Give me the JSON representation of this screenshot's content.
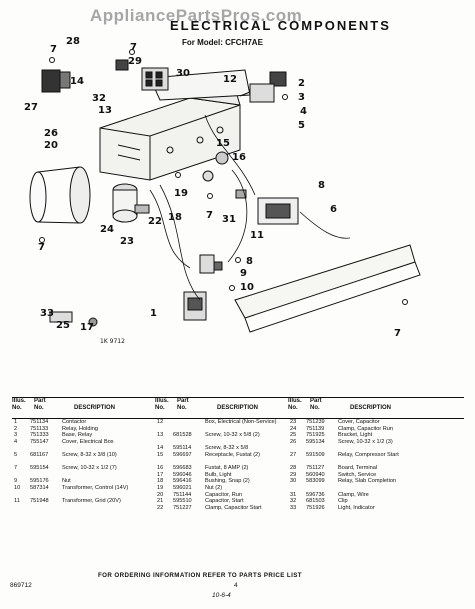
{
  "watermark": "AppliancePartsPros.com",
  "header": {
    "title": "ELECTRICAL COMPONENTS",
    "model_label": "For Model:",
    "model": "CFCH7AE"
  },
  "diagram": {
    "callouts": [
      "7",
      "28",
      "7",
      "29",
      "30",
      "12",
      "2",
      "3",
      "27",
      "14",
      "4",
      "32",
      "13",
      "5",
      "26",
      "20",
      "15",
      "16",
      "19",
      "18",
      "7",
      "8",
      "31",
      "22",
      "24",
      "23",
      "7",
      "11",
      "6",
      "9",
      "8",
      "10",
      "1",
      "33",
      "25",
      "17",
      "7"
    ],
    "figure_code": "1K 9712"
  },
  "table": {
    "headers": {
      "illus": "Illus.",
      "no": "No.",
      "part": "Part",
      "part_no": "No.",
      "description": "DESCRIPTION"
    },
    "columns": [
      [
        {
          "illus": "1",
          "part": "751134",
          "desc": "Contactor"
        },
        {
          "illus": "2",
          "part": "751133",
          "desc": "Relay, Holding"
        },
        {
          "illus": "3",
          "part": "751333",
          "desc": "Base, Relay"
        },
        {
          "illus": "4",
          "part": "755147",
          "desc": "Cover, Electrical Box"
        },
        {
          "illus": "5",
          "part": "681167",
          "desc": "Screw, 8-32 x 3/8 (10)"
        },
        {
          "illus": "7",
          "part": "595154",
          "desc": "Screw, 10-32 x 1/2 (7)"
        },
        {
          "illus": "9",
          "part": "595176",
          "desc": "Nut"
        },
        {
          "illus": "10",
          "part": "587314",
          "desc": "Transformer, Control (14V)"
        },
        {
          "illus": "11",
          "part": "751948",
          "desc": "Transformer, Grid (20V)"
        }
      ],
      [
        {
          "illus": "12",
          "part": "",
          "desc": "Box, Electrical (Non-Service)"
        },
        {
          "illus": "13",
          "part": "681528",
          "desc": "Screw, 10-32 x 5/8 (2)"
        },
        {
          "illus": "14",
          "part": "595114",
          "desc": "Screw, 8-32 x 5/8"
        },
        {
          "illus": "15",
          "part": "596697",
          "desc": "Receptacle, Fustat (2)"
        },
        {
          "illus": "16",
          "part": "596683",
          "desc": "Fustat, 8 AMP (2)"
        },
        {
          "illus": "17",
          "part": "596046",
          "desc": "Bulb, Light"
        },
        {
          "illus": "18",
          "part": "596416",
          "desc": "Bushing, Snap (2)"
        },
        {
          "illus": "19",
          "part": "596021",
          "desc": "Nut (2)"
        },
        {
          "illus": "20",
          "part": "751144",
          "desc": "Capacitor, Run"
        },
        {
          "illus": "21",
          "part": "595510",
          "desc": "Capacitor, Start"
        },
        {
          "illus": "22",
          "part": "751227",
          "desc": "Clamp, Capacitor Start"
        }
      ],
      [
        {
          "illus": "23",
          "part": "751239",
          "desc": "Cover, Capacitor"
        },
        {
          "illus": "24",
          "part": "751139",
          "desc": "Clamp, Capacitor Run"
        },
        {
          "illus": "25",
          "part": "751925",
          "desc": "Bracket, Light"
        },
        {
          "illus": "26",
          "part": "595134",
          "desc": "Screw, 10-32 x 1/2 (3)"
        },
        {
          "illus": "27",
          "part": "591509",
          "desc": "Relay, Compressor Start"
        },
        {
          "illus": "28",
          "part": "751127",
          "desc": "Board, Terminal"
        },
        {
          "illus": "29",
          "part": "560940",
          "desc": "Switch, Service"
        },
        {
          "illus": "30",
          "part": "583099",
          "desc": "Relay, Slab Completion"
        },
        {
          "illus": "31",
          "part": "596736",
          "desc": "Clamp, Wire"
        },
        {
          "illus": "32",
          "part": "681503",
          "desc": "Clip"
        },
        {
          "illus": "33",
          "part": "751926",
          "desc": "Light, Indicator"
        }
      ]
    ]
  },
  "footer": {
    "note": "FOR ORDERING INFORMATION REFER TO PARTS PRICE LIST",
    "doc_no": "869712",
    "page": "4",
    "handwritten": "10-6-4"
  }
}
